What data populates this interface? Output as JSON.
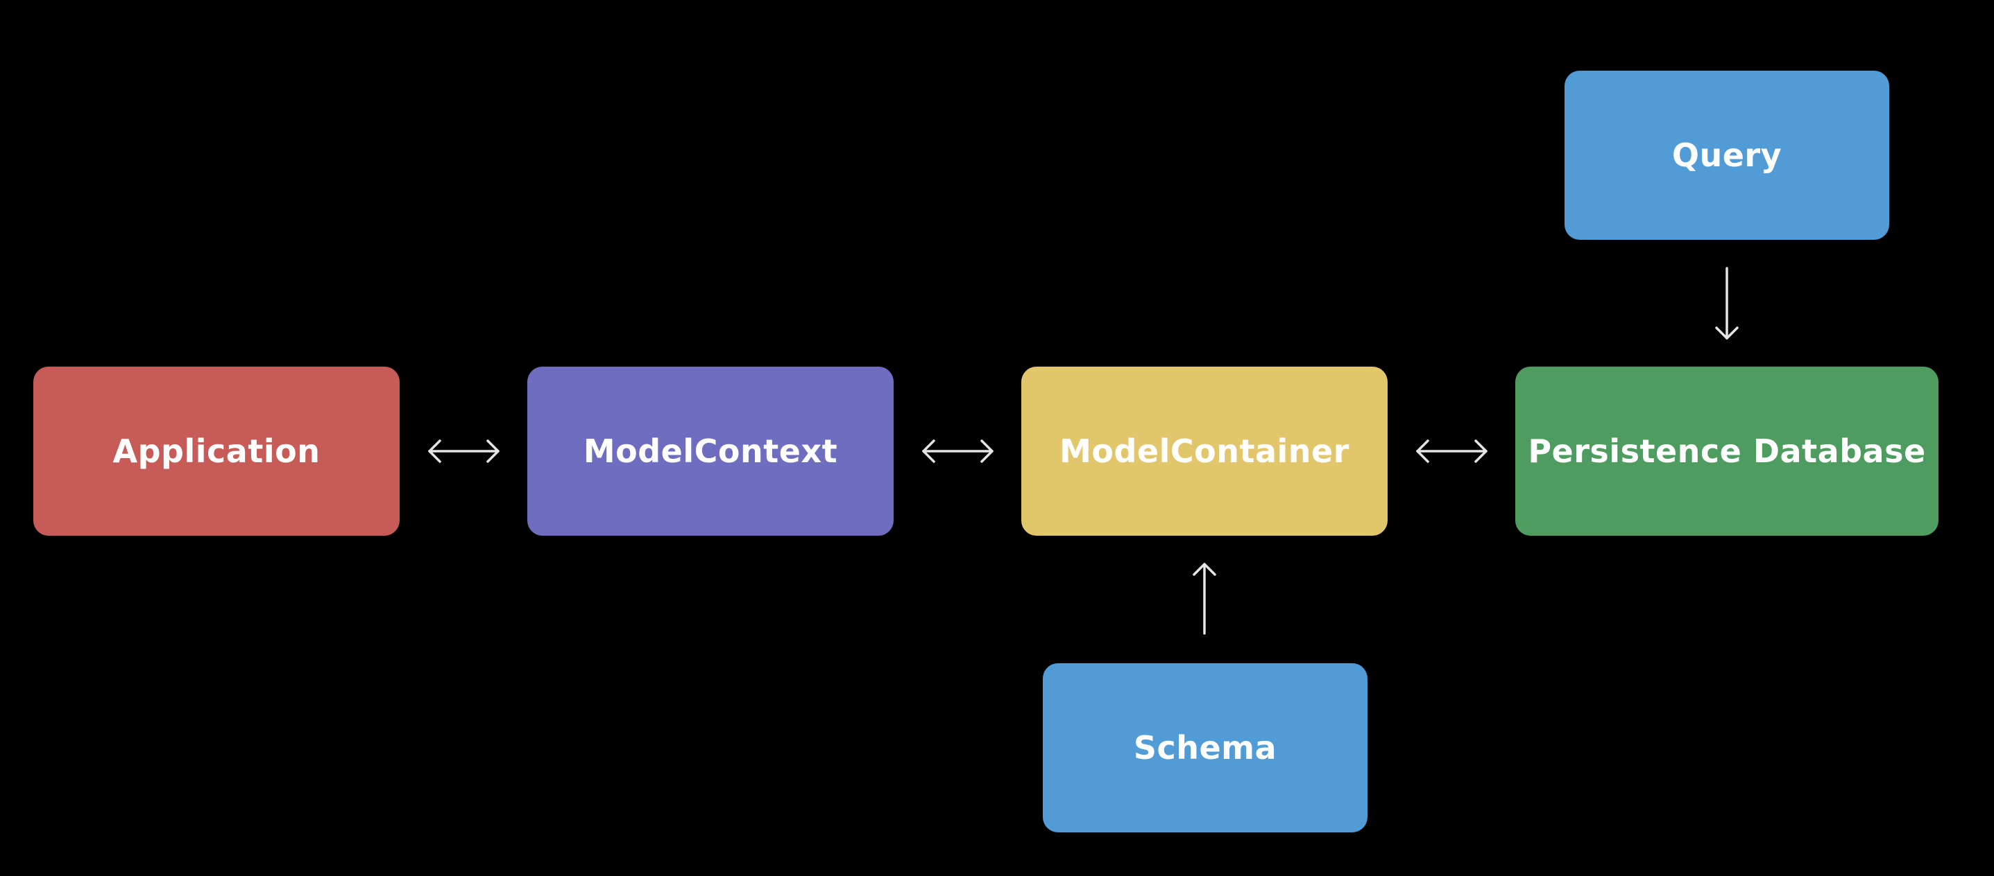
{
  "diagram": {
    "nodes": {
      "application": {
        "label": "Application",
        "color": "#c65b57"
      },
      "model_context": {
        "label": "ModelContext",
        "color": "#6f6dbf"
      },
      "model_container": {
        "label": "ModelContainer",
        "color": "#e2c66c"
      },
      "persistence_database": {
        "label": "Persistence Database",
        "color": "#4f9c60"
      },
      "query": {
        "label": "Query",
        "color": "#519bd6"
      },
      "schema": {
        "label": "Schema",
        "color": "#519bd6"
      }
    },
    "edges": [
      {
        "from": "Application",
        "to": "ModelContext",
        "direction": "bidirectional"
      },
      {
        "from": "ModelContext",
        "to": "ModelContainer",
        "direction": "bidirectional"
      },
      {
        "from": "ModelContainer",
        "to": "Persistence Database",
        "direction": "bidirectional"
      },
      {
        "from": "Query",
        "to": "Persistence Database",
        "direction": "forward"
      },
      {
        "from": "Schema",
        "to": "ModelContainer",
        "direction": "forward"
      }
    ],
    "background": "#000000",
    "connector_color": "#e6e6e6"
  }
}
